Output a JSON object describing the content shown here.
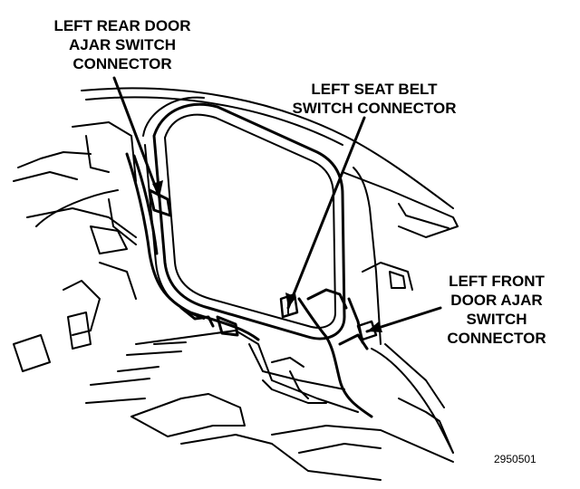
{
  "labels": {
    "left_rear_door_ajar": [
      "LEFT REAR DOOR",
      "AJAR SWITCH",
      "CONNECTOR"
    ],
    "left_seat_belt": [
      "LEFT SEAT BELT",
      "SWITCH CONNECTOR"
    ],
    "left_front_door_ajar": [
      "LEFT FRONT",
      "DOOR AJAR",
      "SWITCH",
      "CONNECTOR"
    ]
  },
  "figure_number": "2950501"
}
